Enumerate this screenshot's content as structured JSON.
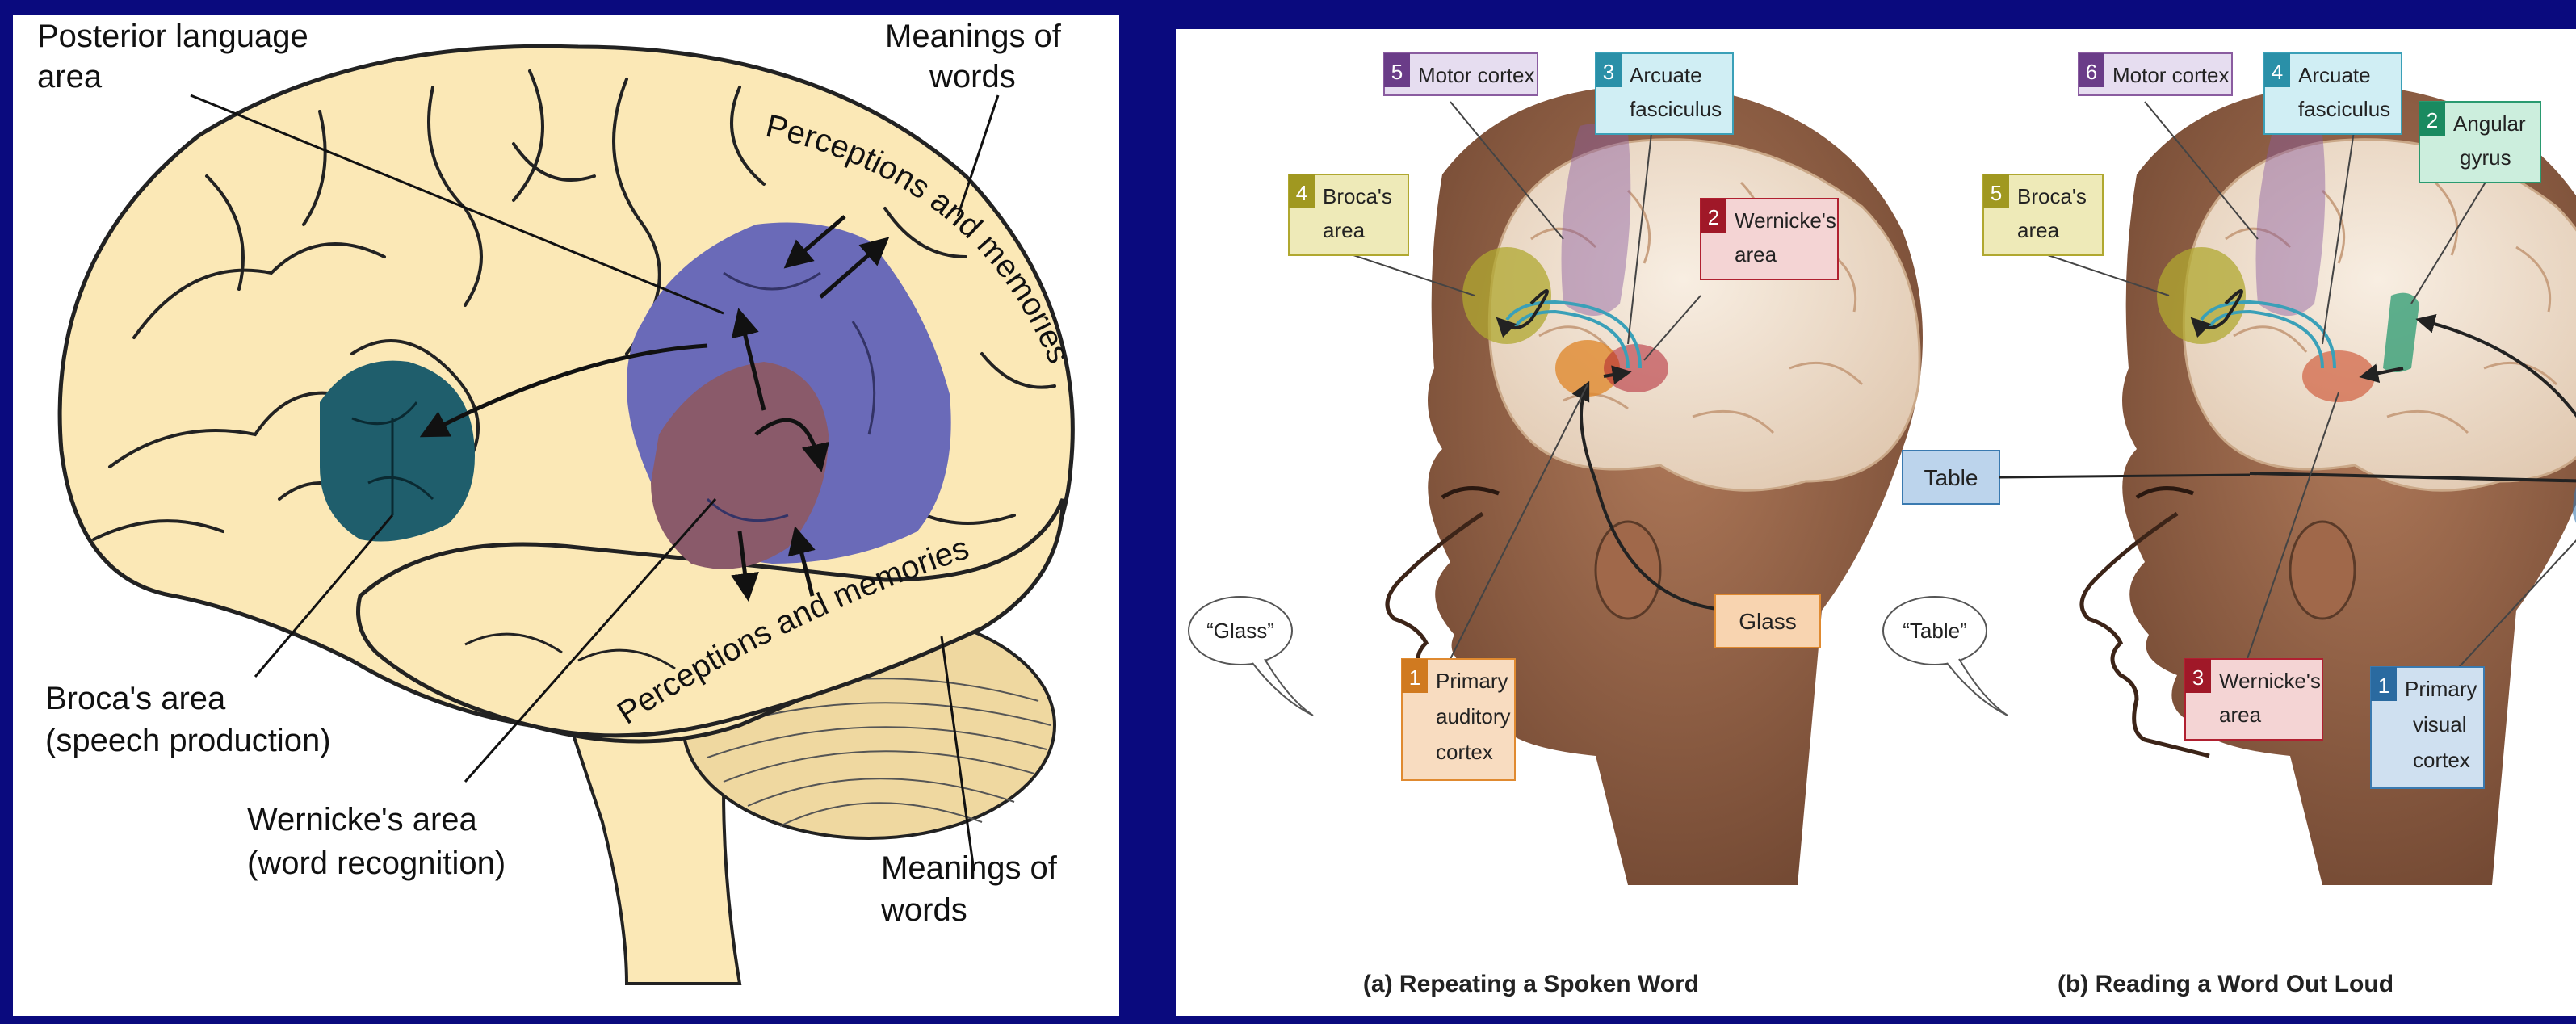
{
  "left_diagram": {
    "labels": {
      "posterior_language_area_1": "Posterior language",
      "posterior_language_area_2": "area",
      "meanings_top_1": "Meanings of",
      "meanings_top_2": "words",
      "perceptions_arc_top": "Perceptions and memories",
      "perceptions_arc_bottom": "Perceptions and memories",
      "brocas_1": "Broca's area",
      "brocas_2": "(speech production)",
      "wernickes_1": "Wernicke's area",
      "wernickes_2": "(word recognition)",
      "meanings_bottom_1": "Meanings of",
      "meanings_bottom_2": "words"
    },
    "colors": {
      "brain": "#fbe8b6",
      "broca": "#1f5e6c",
      "wernicke": "#8a5a6a",
      "association": "#6a6ab8"
    }
  },
  "right_diagram": {
    "panel_a": {
      "caption": "(a) Repeating a Spoken Word",
      "speech_bubble": "“Glass”",
      "stimulus": "Glass",
      "boxes": [
        {
          "num": "5",
          "line1": "Motor cortex",
          "line2": ""
        },
        {
          "num": "3",
          "line1": "Arcuate",
          "line2": "fasciculus"
        },
        {
          "num": "4",
          "line1": "Broca's",
          "line2": "area"
        },
        {
          "num": "2",
          "line1": "Wernicke's",
          "line2": "area"
        },
        {
          "num": "1",
          "line1": "Primary",
          "line2": "auditory",
          "line3": "cortex"
        }
      ]
    },
    "panel_b": {
      "caption": "(b) Reading a Word Out Loud",
      "speech_bubble": "“Table”",
      "stimulus": "Table",
      "boxes": [
        {
          "num": "6",
          "line1": "Motor cortex",
          "line2": ""
        },
        {
          "num": "4",
          "line1": "Arcuate",
          "line2": "fasciculus"
        },
        {
          "num": "2",
          "line1": "Angular",
          "line2": "gyrus"
        },
        {
          "num": "5",
          "line1": "Broca's",
          "line2": "area"
        },
        {
          "num": "3",
          "line1": "Wernicke's",
          "line2": "area"
        },
        {
          "num": "1",
          "line1": "Primary",
          "line2": "visual",
          "line3": "cortex"
        }
      ]
    },
    "colors": {
      "motor": "#8a5ca0",
      "arcuate": "#3aa0b8",
      "broca": "#b0a830",
      "wernicke": "#b02030",
      "auditory": "#e08a30",
      "angular": "#2a9a70",
      "visual": "#3a7ab0"
    }
  }
}
